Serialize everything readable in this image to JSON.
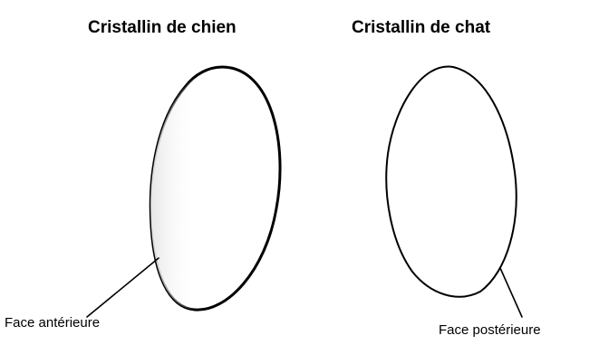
{
  "diagram": {
    "dog_lens": {
      "title": "Cristallin de chien",
      "caption": "Face antérieure"
    },
    "cat_lens": {
      "title": "Cristallin de chat",
      "caption": "Face postérieure"
    },
    "colors": {
      "outline": "#000000",
      "shading": "#ececec",
      "background": "#ffffff"
    }
  }
}
